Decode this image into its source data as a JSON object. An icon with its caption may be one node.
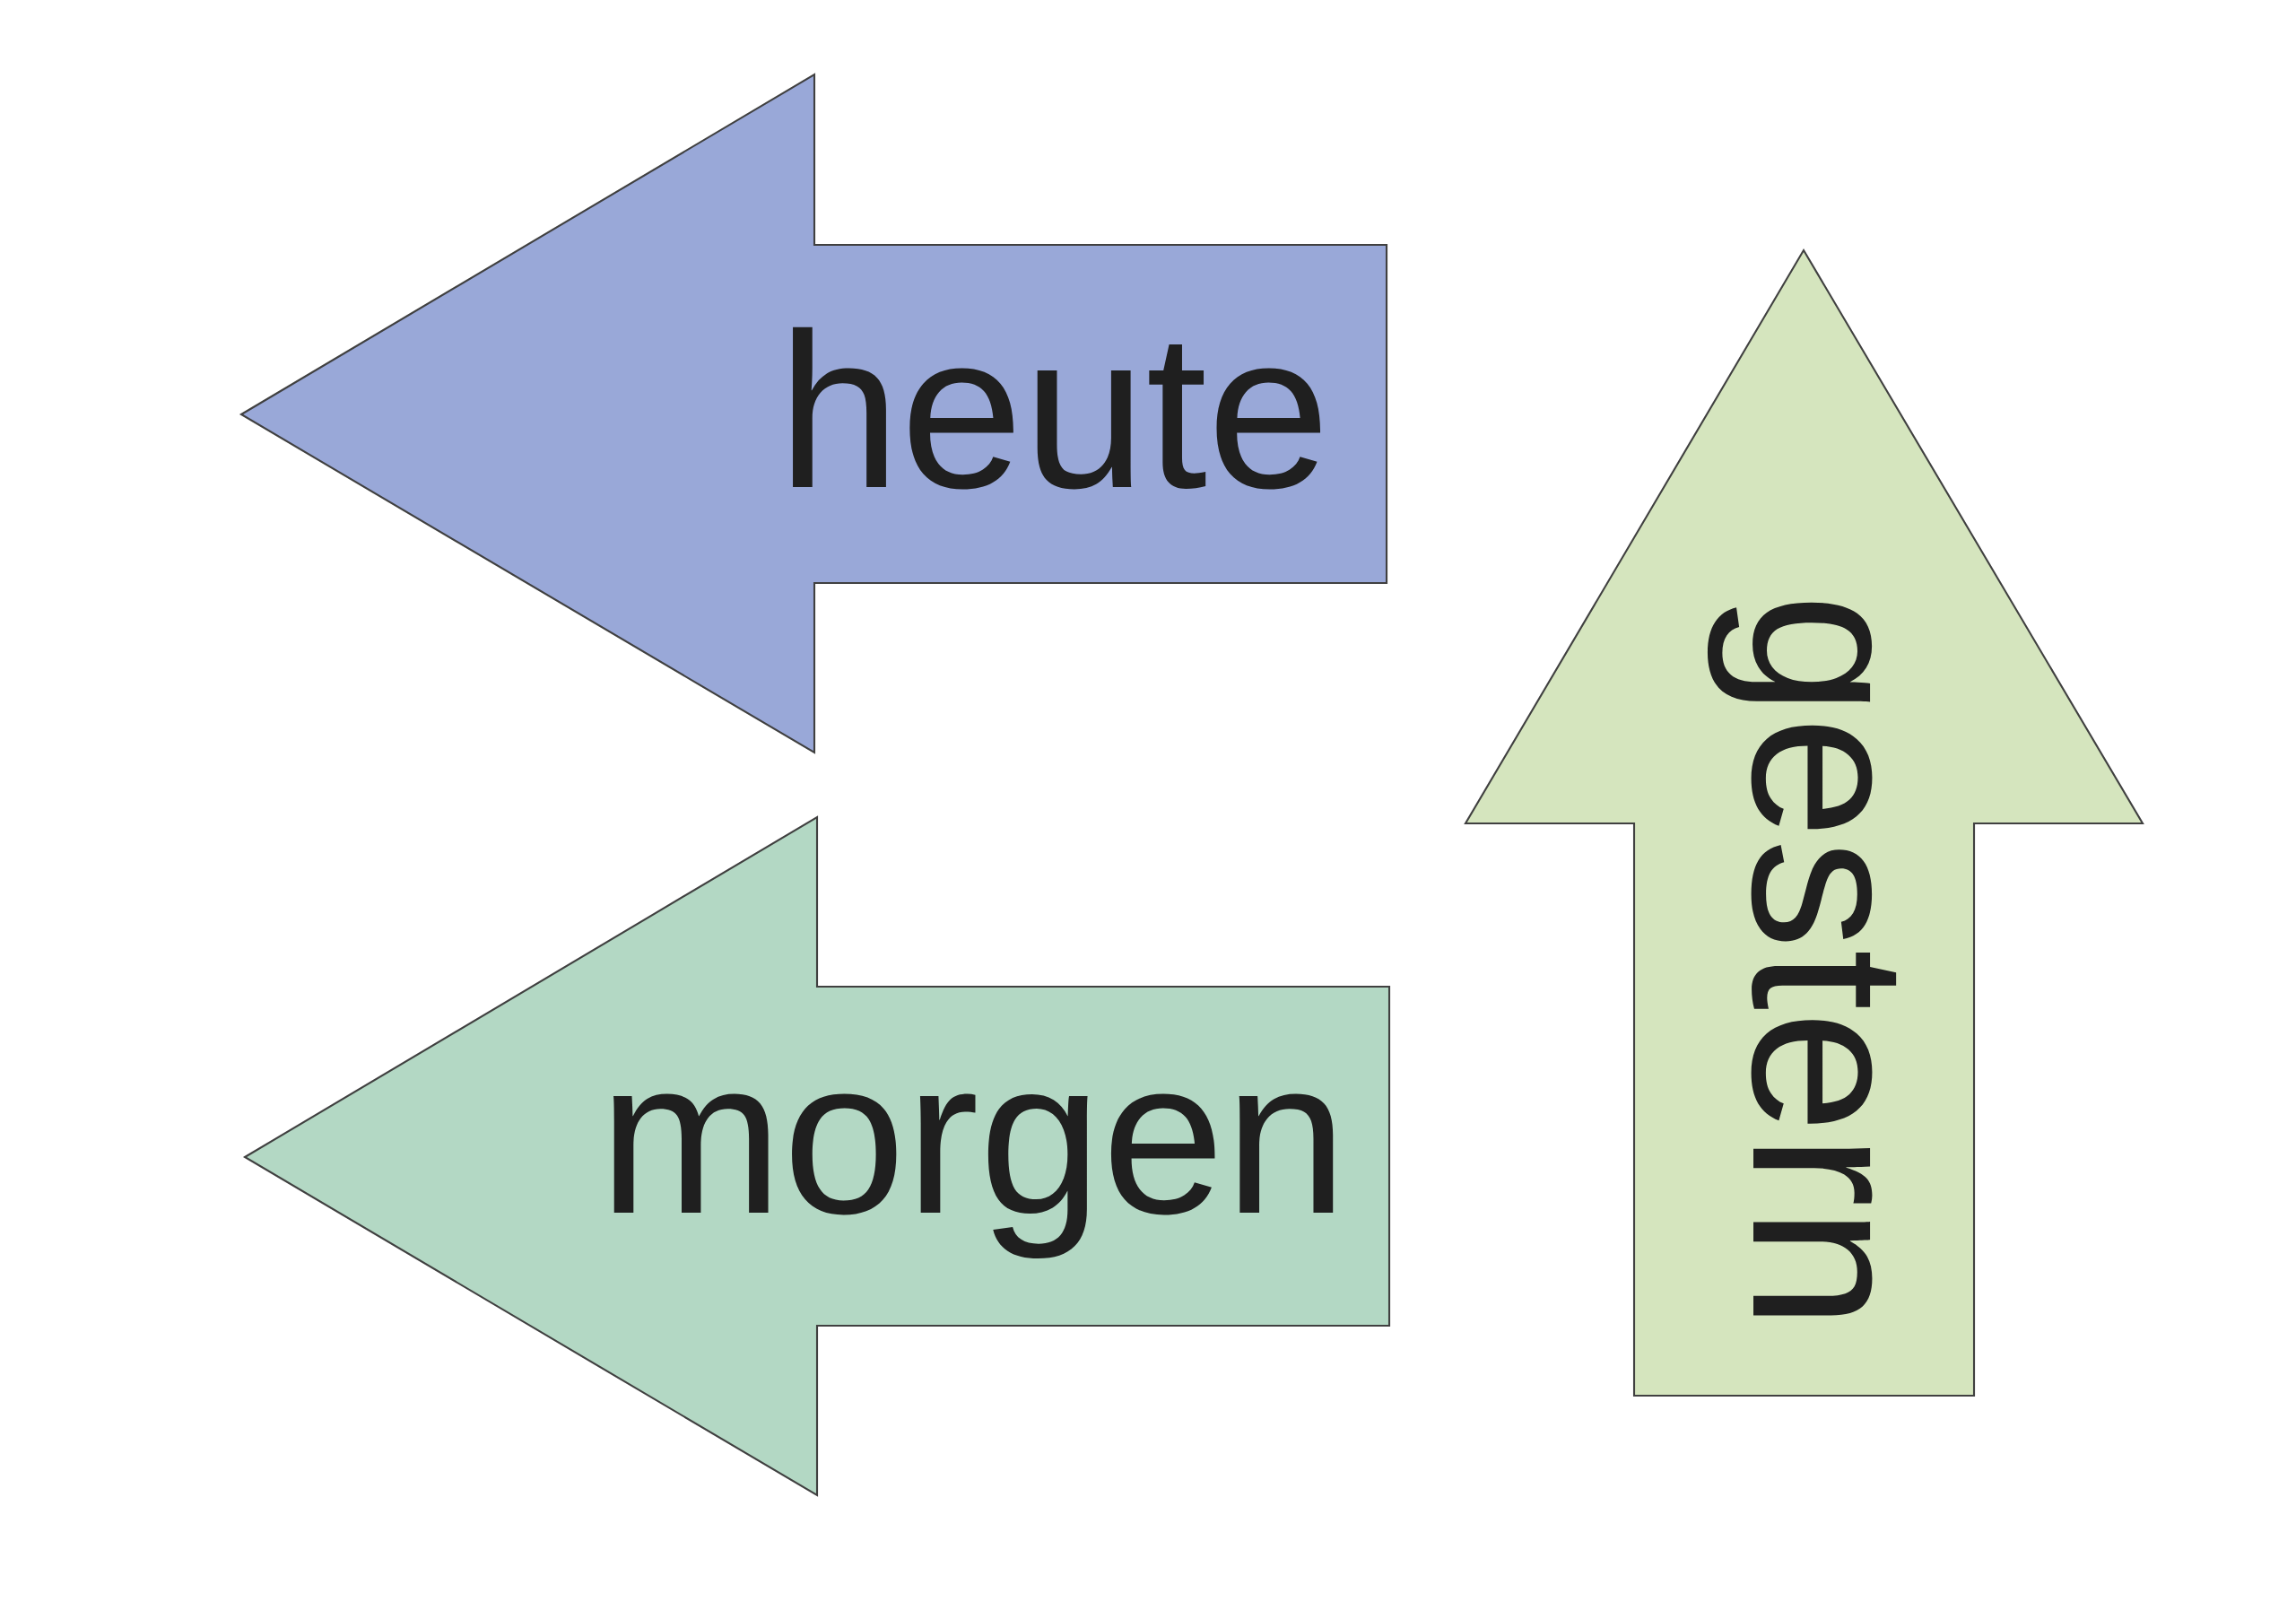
{
  "diagram": {
    "nodes": [
      {
        "text": [
          "heute"
        ]
      },
      {
        "text": [
          "gestern"
        ]
      },
      {
        "text": [
          "morgen"
        ]
      }
    ]
  }
}
